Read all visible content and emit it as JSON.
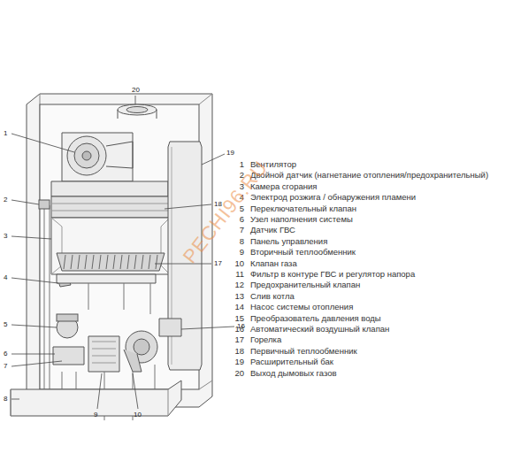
{
  "diagram": {
    "labels": [
      "20",
      "1",
      "2",
      "18",
      "3",
      "17",
      "4",
      "16",
      "5",
      "6",
      "7",
      "8",
      "9",
      "10",
      "19",
      "1",
      "Вентилятор",
      "2",
      "Двойной датчик (нагнетание отопления/предохранительный)",
      "3",
      "Камера сгорания",
      "4",
      "Электрод розжига / обнаружения пламени",
      "5",
      "Переключательный клапан",
      "6",
      "Узел наполнения системы",
      "7",
      "Датчик ГВС",
      "8",
      "Панель управления",
      "9",
      "Вторичный теплообменник",
      "10",
      "Клапан газа",
      "11",
      "Фильтр в контуре ГВС и регулятор напора",
      "12",
      "Предохранительный клапан",
      "13",
      "Слив котла",
      "14",
      "Насос системы отопления",
      "15",
      "Преобразователь давления воды",
      "16",
      "Автоматический воздушный клапан",
      "17",
      "Горелка",
      "18",
      "Первичный теплообменник",
      "19",
      "Расширительный бак",
      "20",
      "Выход дымовых газов",
      "PECHI96.RU"
    ]
  }
}
